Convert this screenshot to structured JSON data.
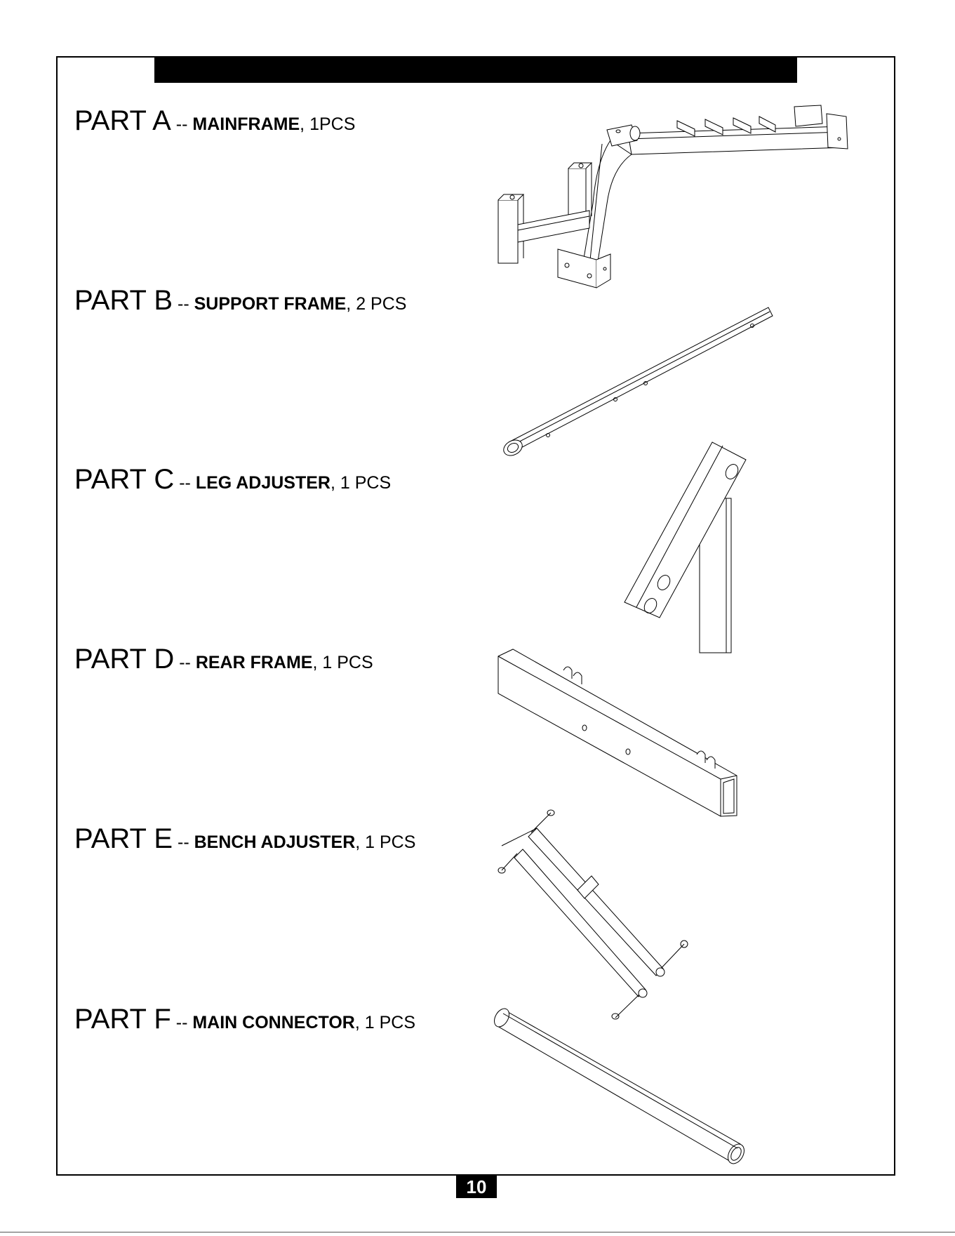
{
  "page": {
    "number": "10"
  },
  "parts": [
    {
      "prefix": "PART A",
      "dash": " -- ",
      "name": "MAINFRAME",
      "qty": ", 1PCS"
    },
    {
      "prefix": "PART B",
      "dash": " -- ",
      "name": "SUPPORT FRAME",
      "qty": ", 2 PCS"
    },
    {
      "prefix": "PART C",
      "dash": " -- ",
      "name": "LEG ADJUSTER",
      "qty": ", 1 PCS"
    },
    {
      "prefix": "PART D",
      "dash": " -- ",
      "name": "REAR FRAME",
      "qty": ", 1 PCS"
    },
    {
      "prefix": "PART E",
      "dash": " -- ",
      "name": "BENCH ADJUSTER",
      "qty": ", 1 PCS"
    },
    {
      "prefix": "PART F",
      "dash": " -- ",
      "name": "MAIN CONNECTOR",
      "qty": ", 1 PCS"
    }
  ]
}
